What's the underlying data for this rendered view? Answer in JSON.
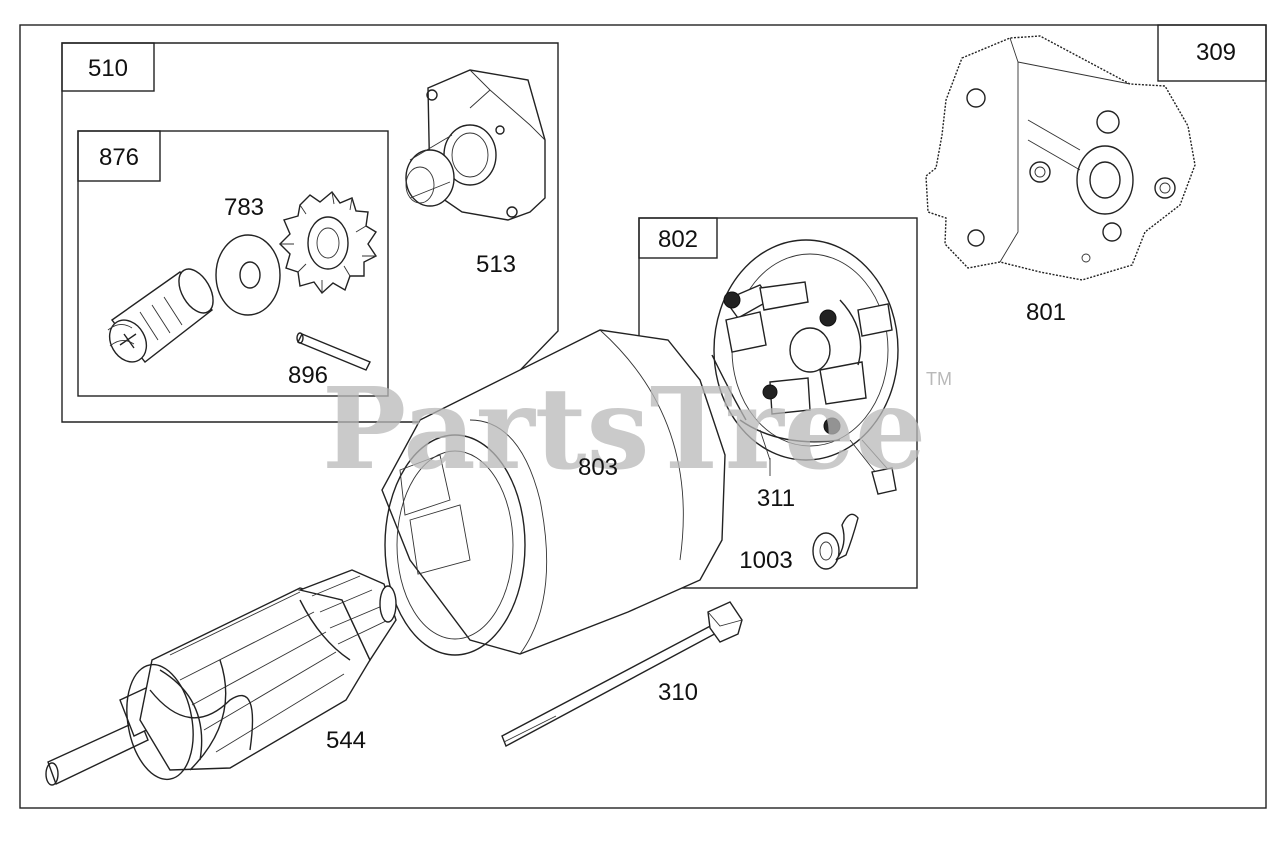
{
  "diagram": {
    "watermark": {
      "text": "PartsTree",
      "trademark": "TM"
    },
    "group_boxes": [
      {
        "id": "510"
      },
      {
        "id": "876"
      },
      {
        "id": "802"
      },
      {
        "id": "309"
      }
    ],
    "part_labels": {
      "p783": "783",
      "p513": "513",
      "p896": "896",
      "p801": "801",
      "p803": "803",
      "p311": "311",
      "p1003": "1003",
      "p310": "310",
      "p544": "544"
    }
  }
}
